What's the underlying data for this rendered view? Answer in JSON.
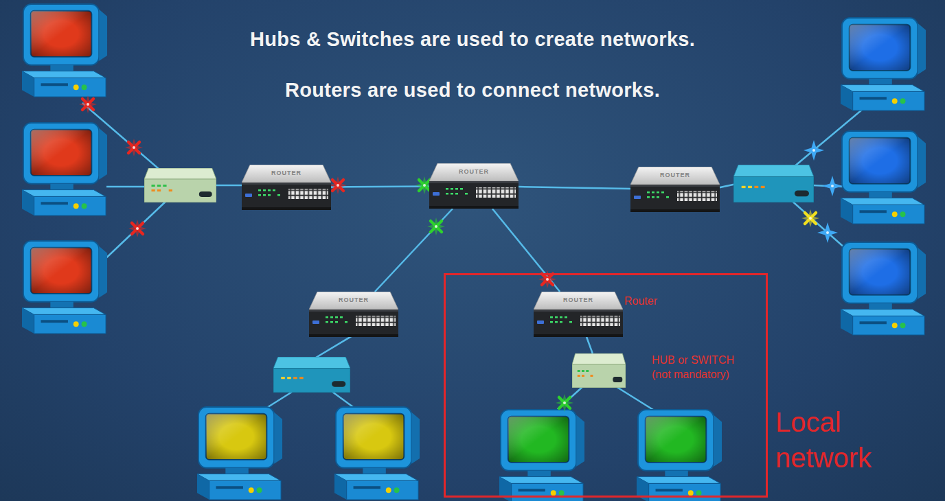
{
  "diagram": {
    "title": "Hubs & Switches are used to create networks.",
    "nodes": [
      {
        "text": [
          "ROUTER"
        ]
      },
      {
        "text": [
          "ROUTER"
        ]
      },
      {
        "text": [
          "ROUTER"
        ]
      },
      {
        "text": [
          "ROUTER"
        ]
      },
      {
        "text": [
          "Local network"
        ]
      },
      {
        "text": [
          "ROUTER",
          "Router"
        ],
        "in": 4
      },
      {
        "text": [
          "HUB or SWITCH (not mandatory)"
        ],
        "in": 4
      }
    ],
    "edges": [
      {
        "from": 0,
        "to": 1,
        "arrow": "none"
      },
      {
        "from": 1,
        "to": 2,
        "arrow": "none"
      },
      {
        "from": 1,
        "to": 3,
        "arrow": "none"
      },
      {
        "from": 1,
        "to": 5,
        "arrow": "none"
      },
      {
        "from": 5,
        "to": 6,
        "arrow": "none"
      }
    ],
    "labels": [
      "Routers are used to connect networks."
    ]
  }
}
